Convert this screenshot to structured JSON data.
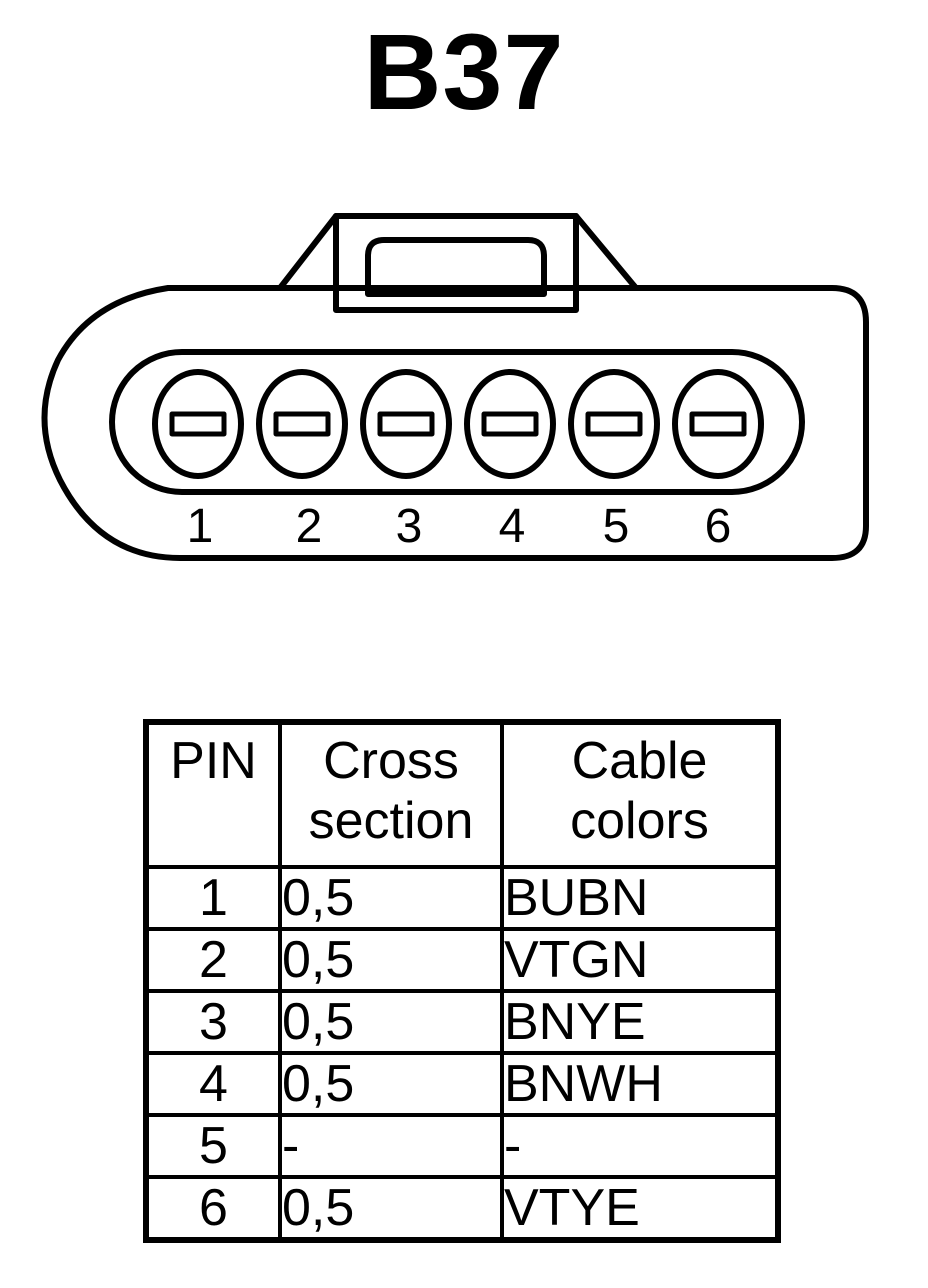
{
  "title": "B37",
  "connector": {
    "pins": [
      "1",
      "2",
      "3",
      "4",
      "5",
      "6"
    ]
  },
  "table": {
    "headers": {
      "pin": "PIN",
      "cross_line1": "Cross",
      "cross_line2": "section",
      "color_line1": "Cable",
      "color_line2": "colors"
    },
    "rows": [
      {
        "pin": "1",
        "cross": "0,5",
        "color": "BUBN"
      },
      {
        "pin": "2",
        "cross": "0,5",
        "color": "VTGN"
      },
      {
        "pin": "3",
        "cross": "0,5",
        "color": "BNYE"
      },
      {
        "pin": "4",
        "cross": "0,5",
        "color": "BNWH"
      },
      {
        "pin": "5",
        "cross": "-",
        "color": "-"
      },
      {
        "pin": "6",
        "cross": "0,5",
        "color": "VTYE"
      }
    ]
  }
}
